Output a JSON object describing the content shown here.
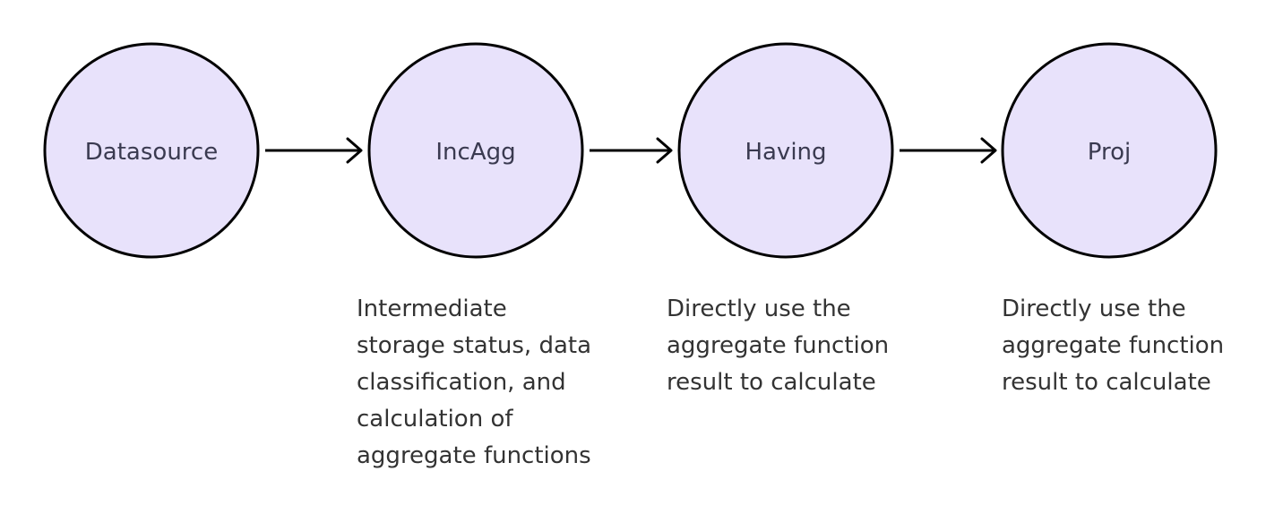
{
  "diagram": {
    "nodes": [
      {
        "label": "Datasource"
      },
      {
        "label": "IncAgg"
      },
      {
        "label": "Having"
      },
      {
        "label": "Proj"
      }
    ],
    "descriptions": {
      "incagg": [
        "Intermediate",
        "storage status, data",
        "classification, and",
        "calculation of",
        "aggregate functions"
      ],
      "having": [
        "Directly use the",
        "aggregate function",
        "result to calculate"
      ],
      "proj": [
        "Directly use the",
        "aggregate function",
        "result to calculate"
      ]
    },
    "colors": {
      "node_fill": "#e8e2fb",
      "stroke": "#000000",
      "label_text": "#3a3a50",
      "description_text": "#333333"
    }
  }
}
